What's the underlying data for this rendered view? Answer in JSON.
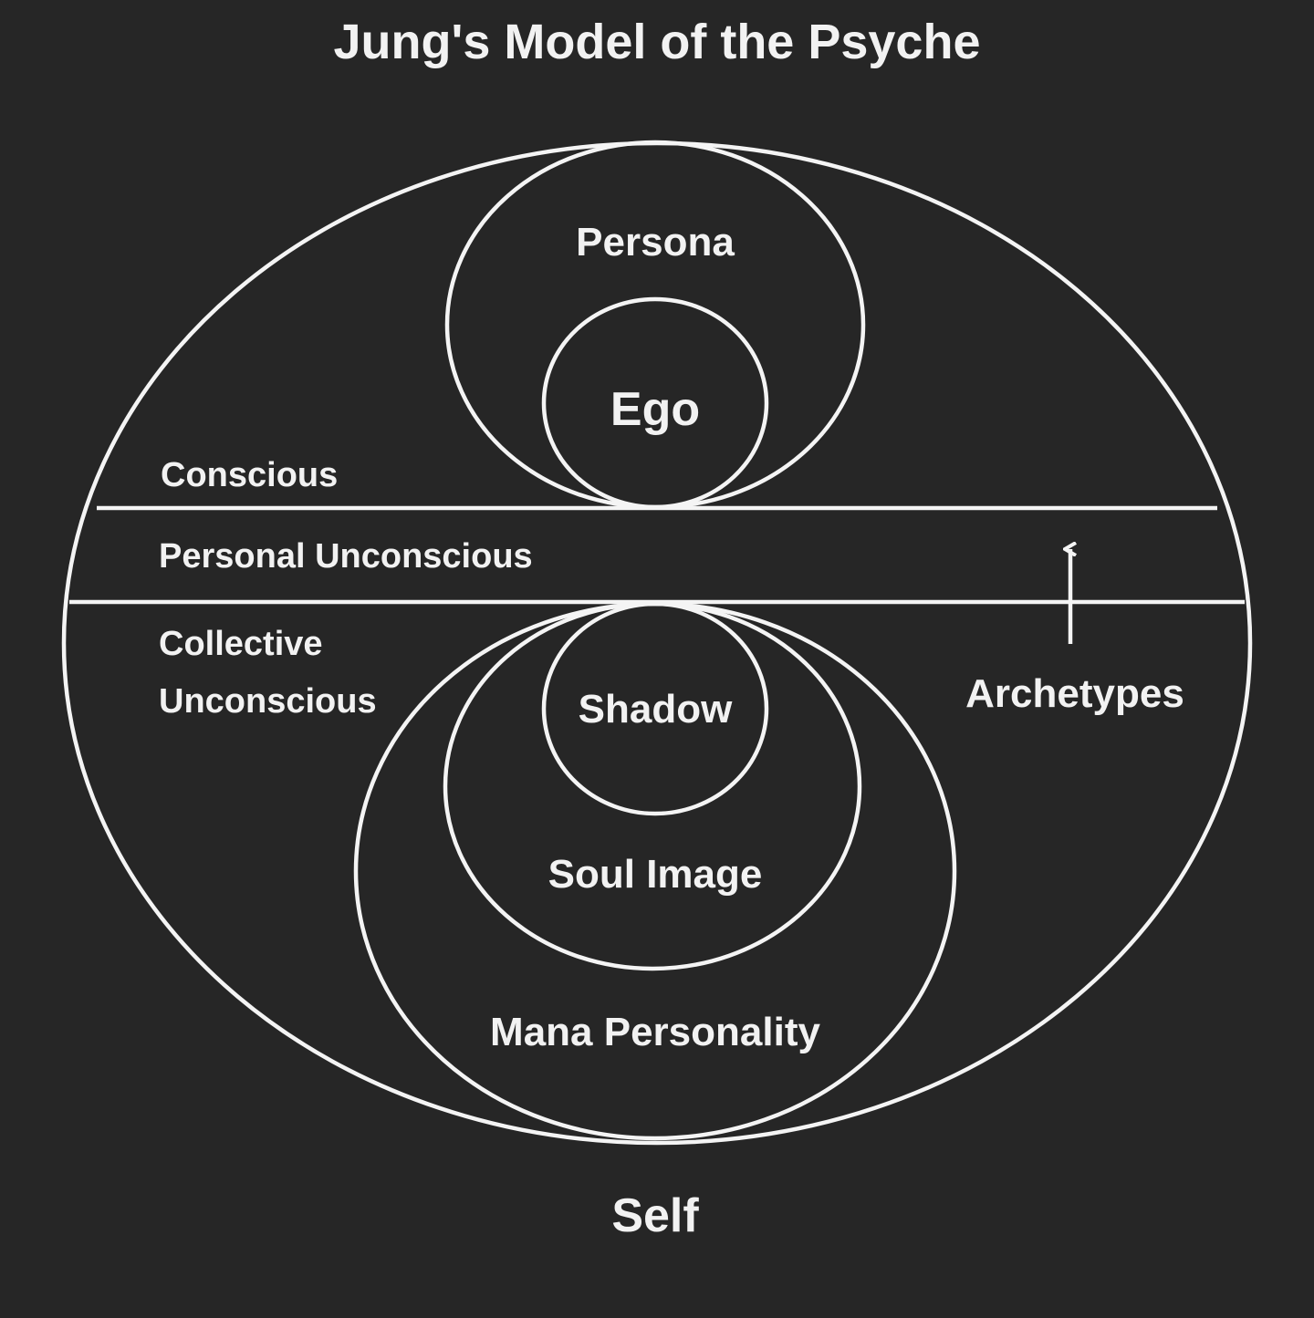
{
  "title": "Jung's Model of the Psyche",
  "labels": {
    "persona": "Persona",
    "ego": "Ego",
    "conscious": "Conscious",
    "personal_unconscious": "Personal Unconscious",
    "collective_line1": "Collective",
    "collective_line2": "Unconscious",
    "shadow": "Shadow",
    "soul_image": "Soul Image",
    "mana_personality": "Mana Personality",
    "archetypes": "Archetypes",
    "self": "Self"
  },
  "colors": {
    "background": "#262626",
    "line": "#f4f4f4",
    "text": "#f2f2f2"
  }
}
